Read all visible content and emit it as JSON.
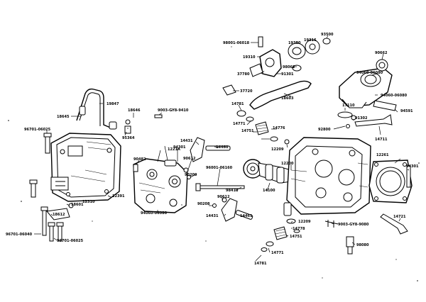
{
  "diagram": {
    "parts": [
      "98001-06018",
      "19316",
      "93500",
      "19300",
      "19310",
      "90662",
      "98062",
      "37780",
      "91301",
      "94060-06080",
      "37720",
      "18603",
      "94060-06080",
      "17110",
      "94591",
      "14781",
      "14771",
      "14776",
      "14751",
      "91302",
      "92800",
      "14711",
      "19847",
      "18646",
      "9003-GY8-9410",
      "18645",
      "95364",
      "96701-06025",
      "14431",
      "14460",
      "12200",
      "12209",
      "12261",
      "1221A",
      "94301",
      "90482",
      "90612",
      "90209",
      "96001-06160",
      "98478",
      "14100",
      "94301",
      "12310",
      "12391",
      "94060-06080",
      "90612",
      "90208",
      "14431",
      "14461",
      "18601",
      "18612",
      "12209",
      "14778",
      "14751",
      "9003-GY8-9080",
      "98080",
      "14721",
      "96701-06040",
      "96701-06025",
      "14771",
      "14781"
    ]
  }
}
